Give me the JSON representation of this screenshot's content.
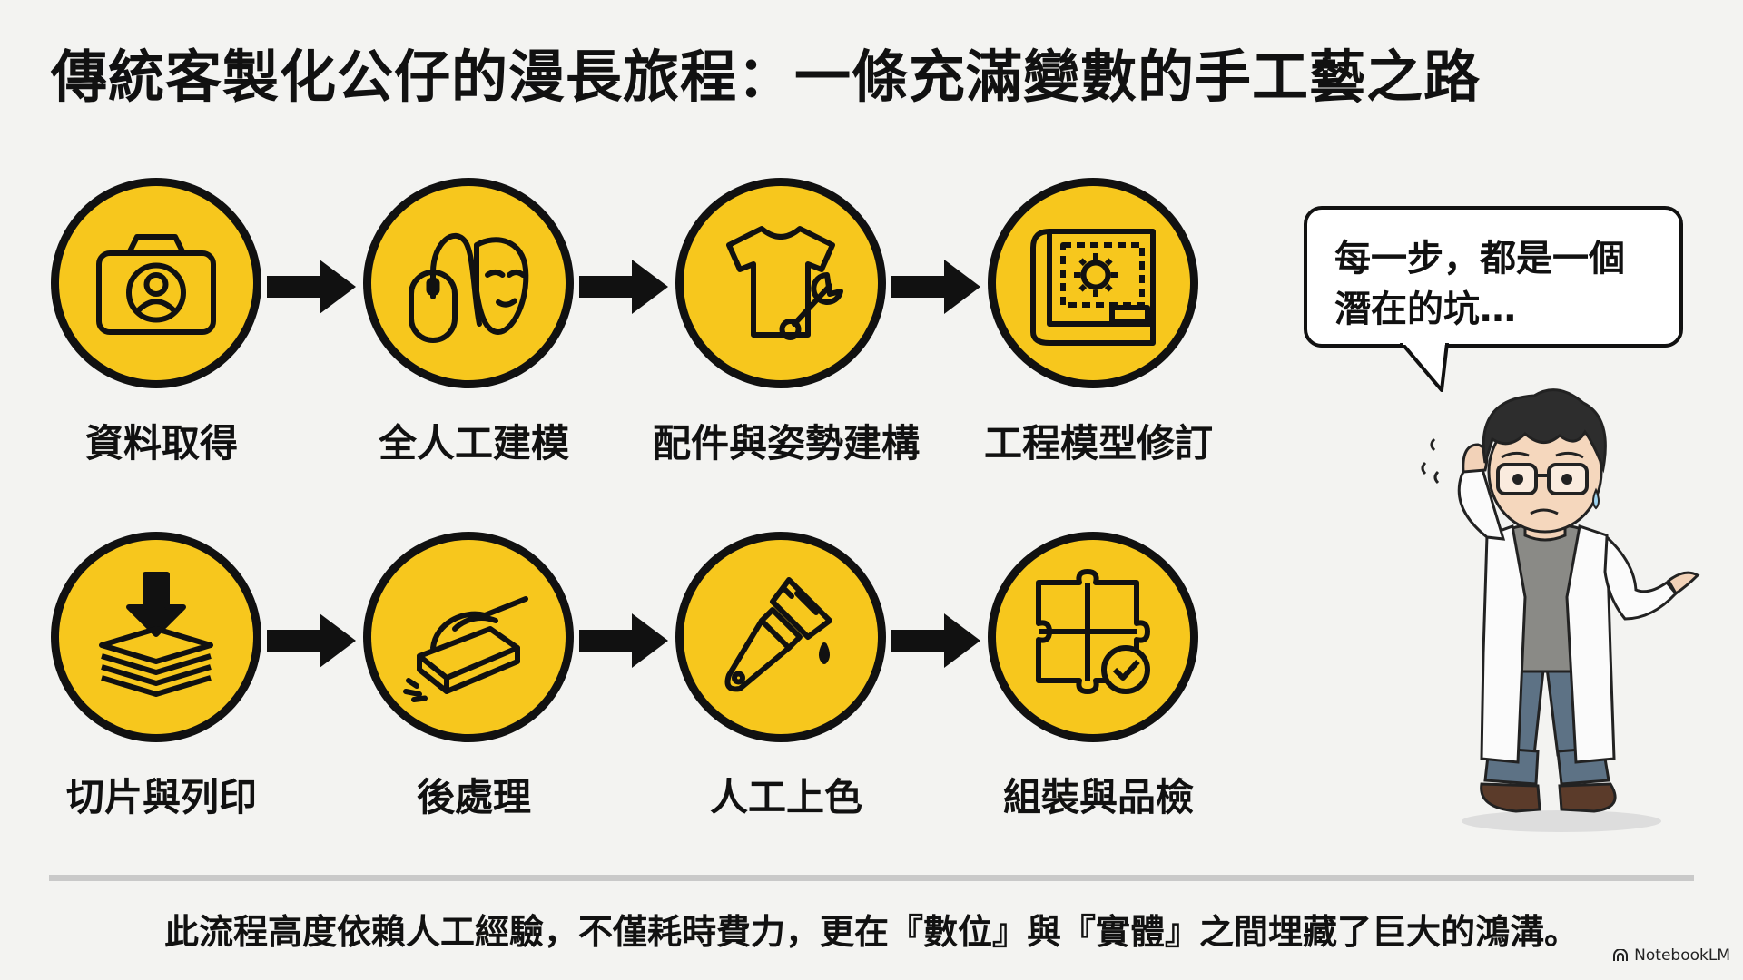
{
  "title": "傳統客製化公仔的漫長旅程：一條充滿變數的手工藝之路",
  "steps": [
    {
      "label": "資料取得",
      "icon": "camera-portrait-icon"
    },
    {
      "label": "全人工建模",
      "icon": "mouse-mask-icon"
    },
    {
      "label": "配件與姿勢建構",
      "icon": "shirt-wrench-icon"
    },
    {
      "label": "工程模型修訂",
      "icon": "blueprint-gear-icon"
    },
    {
      "label": "切片與列印",
      "icon": "layers-download-icon"
    },
    {
      "label": "後處理",
      "icon": "hand-sanding-icon"
    },
    {
      "label": "人工上色",
      "icon": "paintbrush-icon"
    },
    {
      "label": "組裝與品檢",
      "icon": "puzzle-check-icon"
    }
  ],
  "bubble": {
    "line1": "每一步，都是一個",
    "line2": "潛在的坑…"
  },
  "footer": "此流程高度依賴人工經驗，不僅耗時費力，更在『數位』與『實體』之間埋藏了巨大的鴻溝。",
  "brand": "NotebookLM",
  "colors": {
    "accent": "#f7c71d",
    "ink": "#111111",
    "background": "#f3f3f1"
  }
}
